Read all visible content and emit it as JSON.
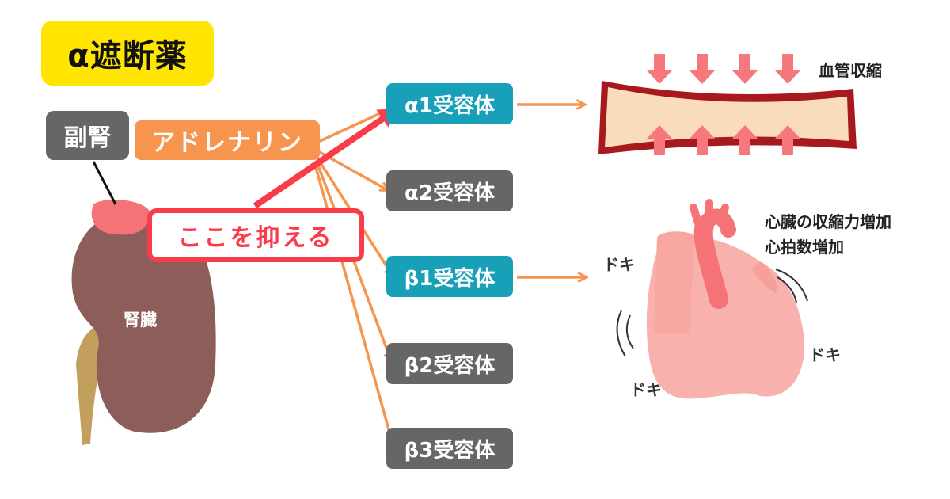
{
  "title": "α遮断薬",
  "adrenal_label": "副腎",
  "hormone_label": "アドレナリン",
  "kidney_label": "腎臓",
  "receptors": [
    {
      "label": "α1受容体",
      "highlight": true
    },
    {
      "label": "α2受容体",
      "highlight": false
    },
    {
      "label": "β1受容体",
      "highlight": true
    },
    {
      "label": "β2受容体",
      "highlight": false
    },
    {
      "label": "β3受容体",
      "highlight": false
    }
  ],
  "block_label": "ここを抑える",
  "vessel_effect": "血管収縮",
  "heart_effect_1": "心臓の収縮力増加",
  "heart_effect_2": "心拍数増加",
  "heartbeat_sound": "ドキ",
  "colors": {
    "title_bg": "#ffe500",
    "highlight_receptor": "#17a0b8",
    "other_receptor": "#666666",
    "hormone": "#f7944d",
    "arrow": "#f7944d",
    "block": "#fa3b48",
    "kidney": "#8d5d5a",
    "adrenal": "#f57276",
    "vessel_wall": "#a8191e",
    "vessel_lumen": "#f8dcbc",
    "pressure_arrow": "#f7787c",
    "heart": "#f9b1ad",
    "aorta": "#f57276"
  }
}
